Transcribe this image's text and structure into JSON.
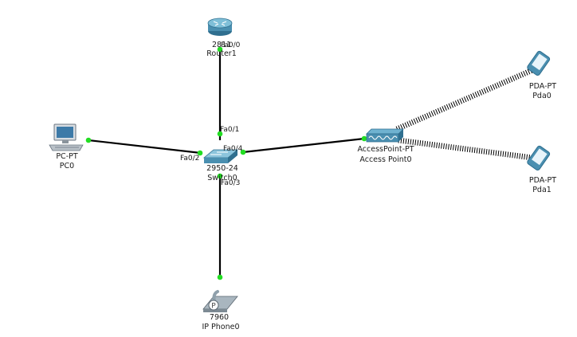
{
  "devices": {
    "router": {
      "model": "2811",
      "name": "Router1"
    },
    "switch": {
      "model": "2950-24",
      "name": "Switch0"
    },
    "pc": {
      "model": "PC-PT",
      "name": "PC0"
    },
    "phone": {
      "model": "7960",
      "name": "IP Phone0"
    },
    "ap": {
      "model": "AccessPoint-PT",
      "name": "Access Point0"
    },
    "pda0": {
      "model": "PDA-PT",
      "name": "Pda0"
    },
    "pda1": {
      "model": "PDA-PT",
      "name": "Pda1"
    }
  },
  "ports": {
    "router_fa00": "Fa0/0",
    "switch_fa01": "Fa0/1",
    "switch_fa02": "Fa0/2",
    "switch_fa03": "Fa0/3",
    "switch_fa04": "Fa0/4"
  },
  "colors": {
    "link": "#000000",
    "link_up": "#22dd22",
    "device_blue": "#4a8fb0",
    "device_dark": "#2f6f8f"
  }
}
